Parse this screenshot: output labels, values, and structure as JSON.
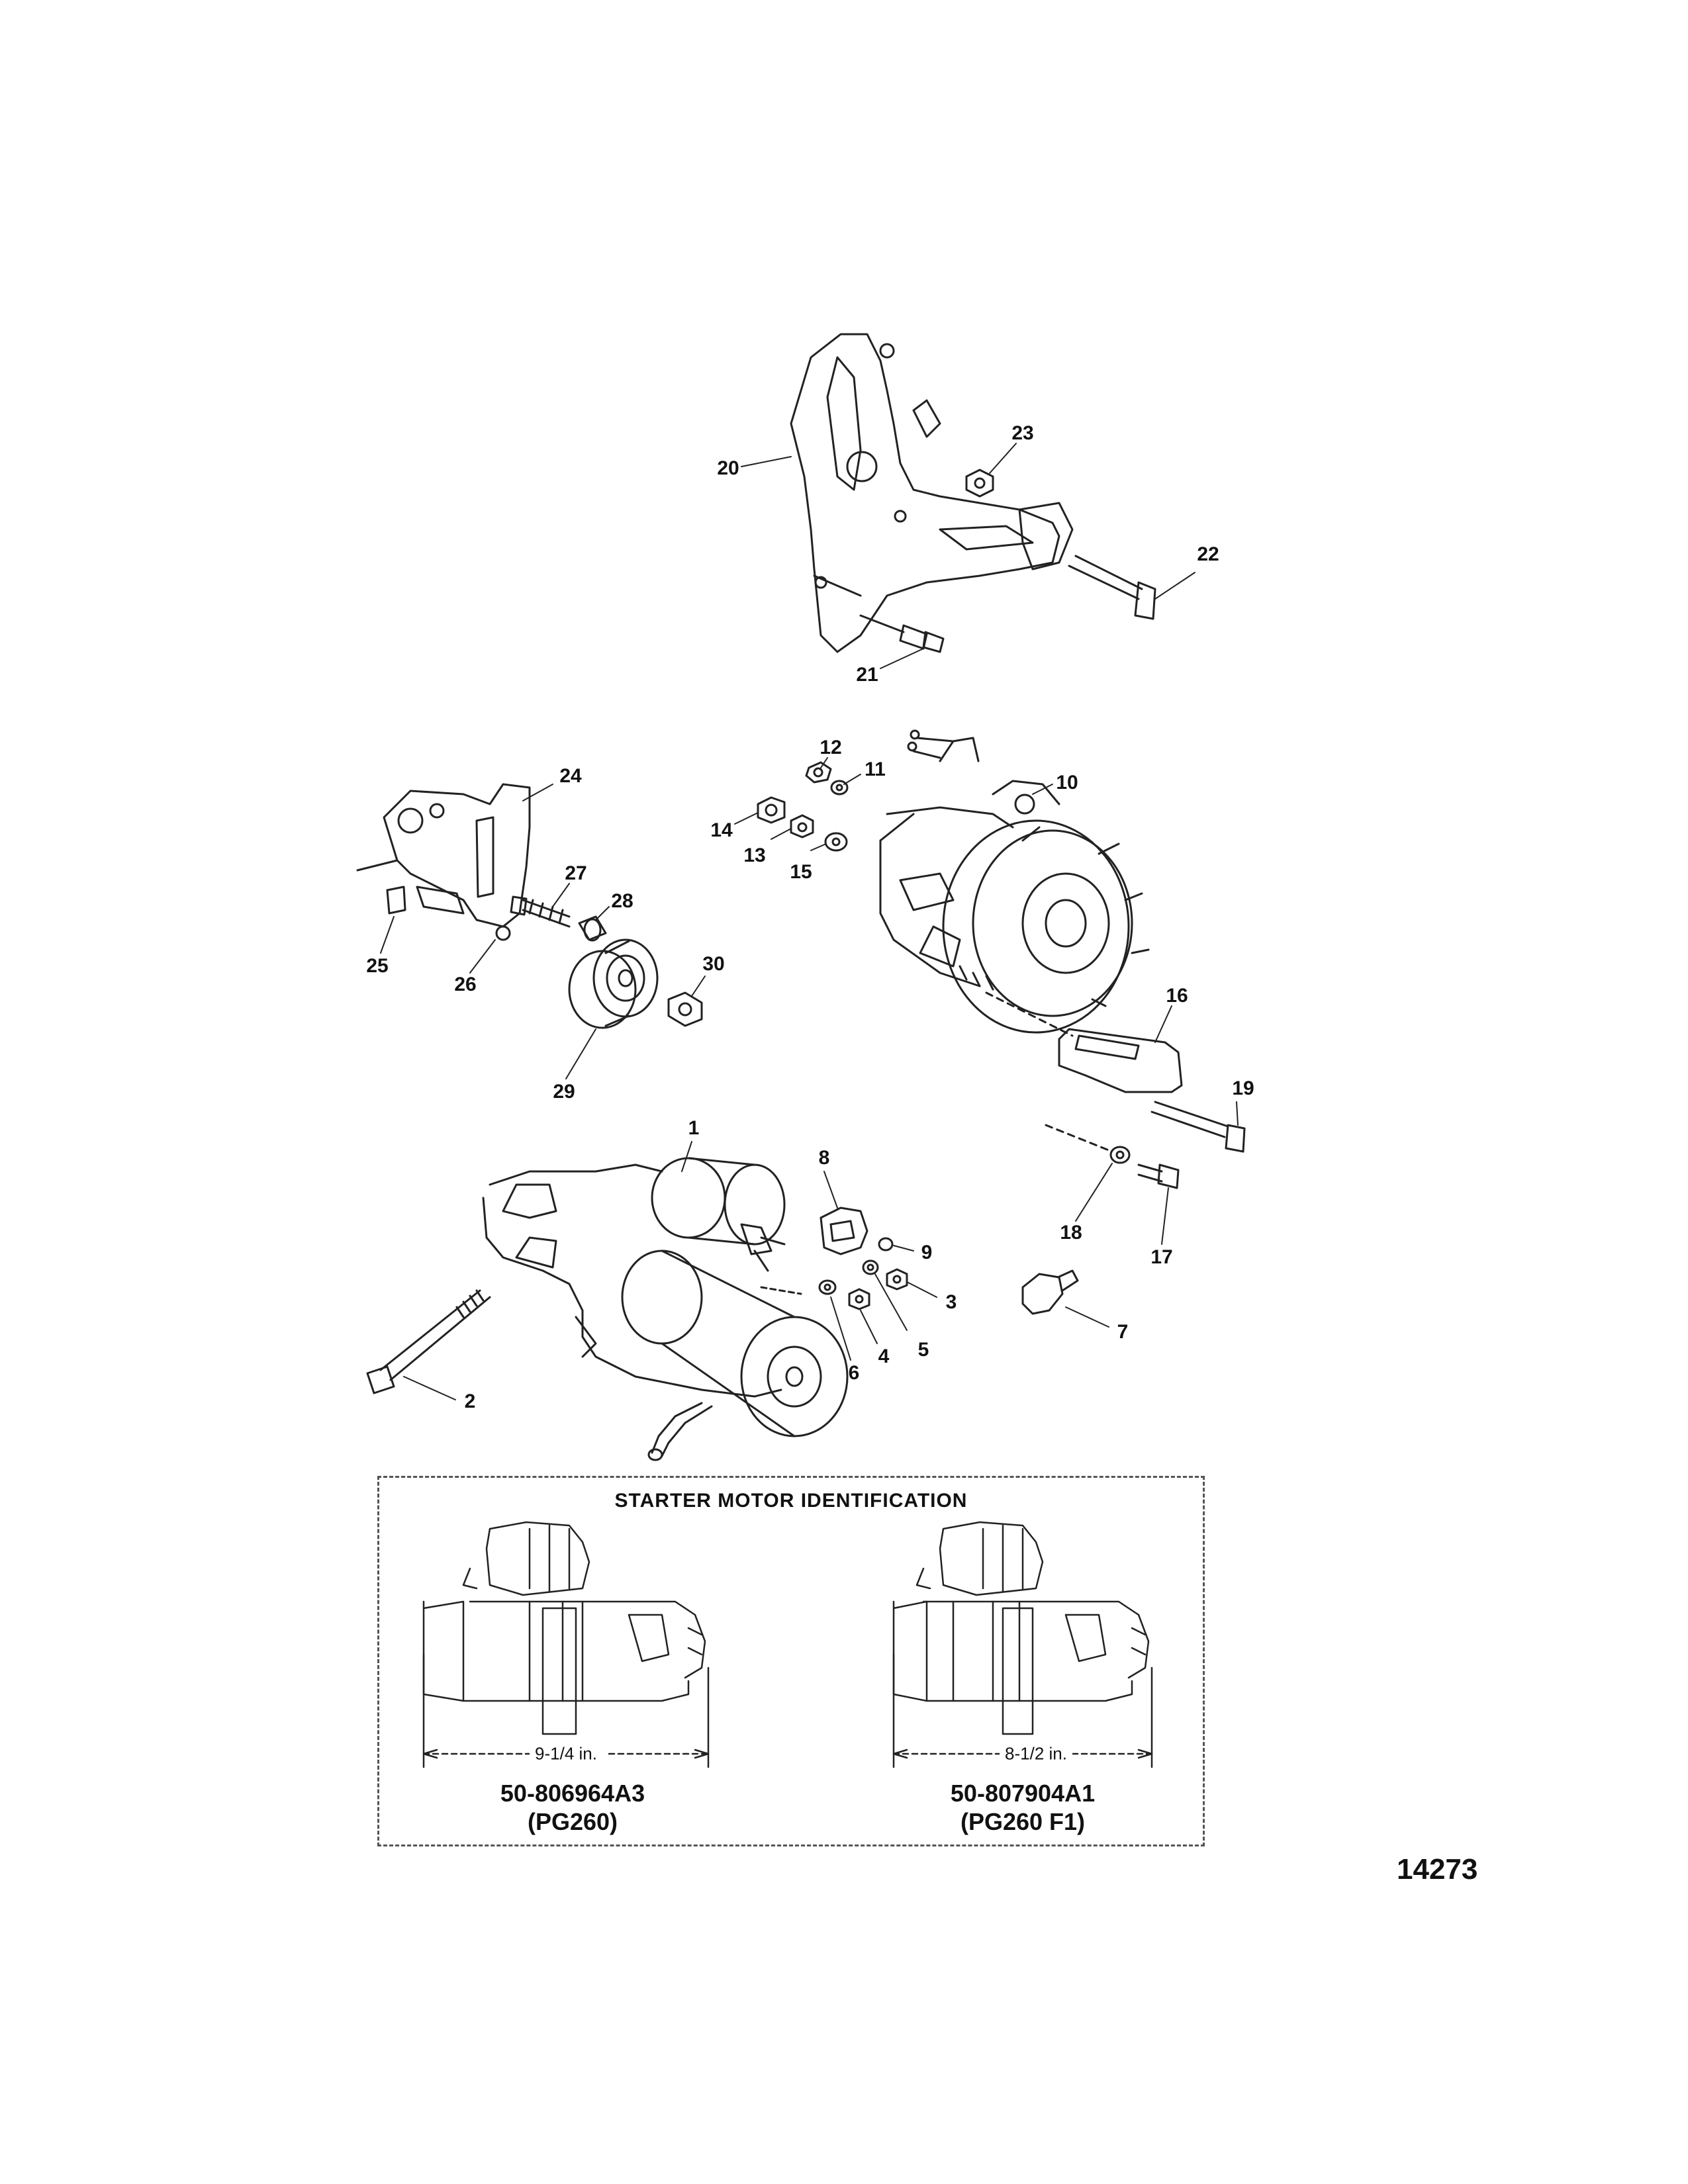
{
  "callouts": [
    {
      "id": "20",
      "label": "20"
    },
    {
      "id": "23",
      "label": "23"
    },
    {
      "id": "22",
      "label": "22"
    },
    {
      "id": "21",
      "label": "21"
    },
    {
      "id": "24",
      "label": "24"
    },
    {
      "id": "12",
      "label": "12"
    },
    {
      "id": "11",
      "label": "11"
    },
    {
      "id": "10",
      "label": "10"
    },
    {
      "id": "14",
      "label": "14"
    },
    {
      "id": "13",
      "label": "13"
    },
    {
      "id": "15",
      "label": "15"
    },
    {
      "id": "27",
      "label": "27"
    },
    {
      "id": "28",
      "label": "28"
    },
    {
      "id": "25",
      "label": "25"
    },
    {
      "id": "26",
      "label": "26"
    },
    {
      "id": "30",
      "label": "30"
    },
    {
      "id": "29",
      "label": "29"
    },
    {
      "id": "16",
      "label": "16"
    },
    {
      "id": "19",
      "label": "19"
    },
    {
      "id": "1",
      "label": "1"
    },
    {
      "id": "8",
      "label": "8"
    },
    {
      "id": "18",
      "label": "18"
    },
    {
      "id": "17",
      "label": "17"
    },
    {
      "id": "9",
      "label": "9"
    },
    {
      "id": "3",
      "label": "3"
    },
    {
      "id": "7",
      "label": "7"
    },
    {
      "id": "6",
      "label": "6"
    },
    {
      "id": "4",
      "label": "4"
    },
    {
      "id": "5",
      "label": "5"
    },
    {
      "id": "2",
      "label": "2"
    }
  ],
  "identification": {
    "title": "STARTER MOTOR IDENTIFICATION",
    "left": {
      "length": "9-1/4 in.",
      "part_number": "50-806964A3",
      "model": "(PG260)"
    },
    "right": {
      "length": "8-1/2 in.",
      "part_number": "50-807904A1",
      "model": "(PG260 F1)"
    }
  },
  "figure_number": "14273"
}
